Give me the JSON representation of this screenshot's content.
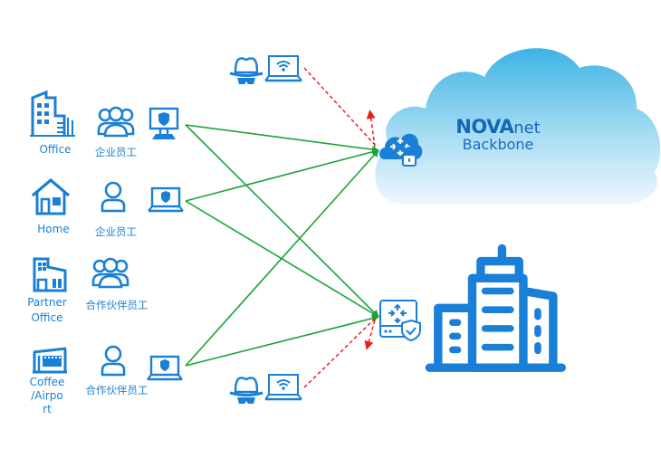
{
  "colors": {
    "icon_blue": "#1a7fd6",
    "brand_blue": "#1566b8",
    "cloud_top": "#3eb3e6",
    "cloud_bottom": "#e9f6fc",
    "trusted_link": "#1aa33a",
    "threat_link": "#ee1c1c"
  },
  "cloud": {
    "brand_bold": "NOVA",
    "brand_light": "net",
    "subtitle": "Backbone",
    "gateway_icon": "cloud-router-lock-icon"
  },
  "data_center": {
    "gateway_icon": "router-shield-icon",
    "building_icon": "enterprise-buildings-icon"
  },
  "sites": [
    {
      "location": "Office",
      "location_icon": "office-building-icon",
      "user_label": "企业员工",
      "user_icon": "user-group-icon",
      "device_icon": "secure-desktop-icon"
    },
    {
      "location": "Home",
      "location_icon": "house-icon",
      "user_label": "企业员工",
      "user_icon": "single-user-icon",
      "device_icon": "secure-laptop-icon"
    },
    {
      "location": "Partner\nOffice",
      "location_icon": "partner-building-icon",
      "user_label": "合作伙伴员工",
      "user_icon": "user-group-icon",
      "device_icon": null
    },
    {
      "location": "Coffee\n/Airpo\nrt",
      "location_icon": "storefront-icon",
      "user_label": "合作伙伴员工",
      "user_icon": "single-user-icon",
      "device_icon": "secure-laptop-icon"
    }
  ],
  "threats": [
    {
      "actor_icon": "hacker-icon",
      "device_icon": "wifi-laptop-icon",
      "target": "cloud"
    },
    {
      "actor_icon": "hacker-icon",
      "device_icon": "wifi-laptop-icon",
      "target": "data-center"
    }
  ]
}
